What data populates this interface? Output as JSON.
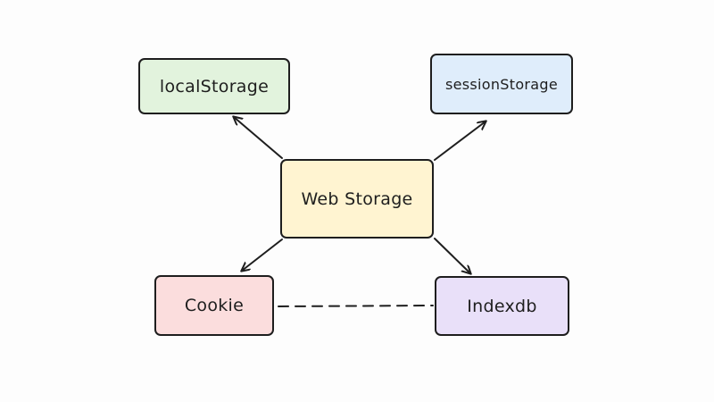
{
  "diagram": {
    "nodes": [
      {
        "id": "web",
        "label": "Web Storage",
        "fill": "#fff4d1"
      },
      {
        "id": "local",
        "label": "localStorage",
        "fill": "#e2f3dd"
      },
      {
        "id": "session",
        "label": "sessionStorage",
        "fill": "#dfedfb"
      },
      {
        "id": "cookie",
        "label": "Cookie",
        "fill": "#fbdddd"
      },
      {
        "id": "index",
        "label": "Indexdb",
        "fill": "#e9e0f9"
      }
    ],
    "edges": [
      {
        "from": "web",
        "to": "local",
        "style": "arrow"
      },
      {
        "from": "web",
        "to": "session",
        "style": "arrow"
      },
      {
        "from": "web",
        "to": "cookie",
        "style": "arrow"
      },
      {
        "from": "web",
        "to": "index",
        "style": "arrow"
      },
      {
        "from": "cookie",
        "to": "index",
        "style": "dashed"
      }
    ],
    "colors": {
      "stroke": "#1e1e1e",
      "background": "#fdfdfd"
    }
  }
}
